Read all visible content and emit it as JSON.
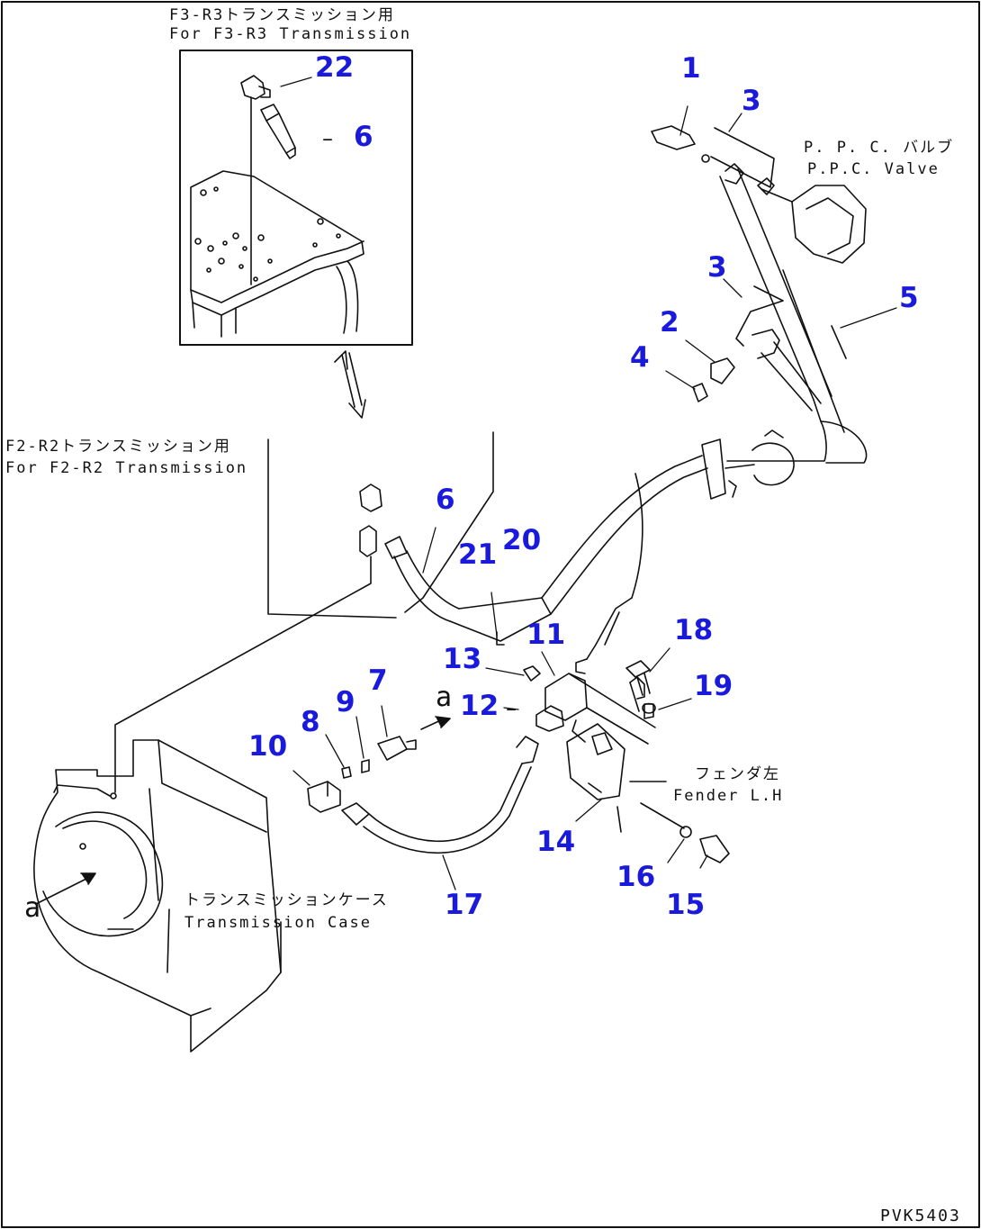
{
  "inset": {
    "title_jp": "F3-R3トランスミッション用",
    "title_en": "For F3-R3 Transmission"
  },
  "main_variant": {
    "title_jp": "F2-R2トランスミッション用",
    "title_en": "For F2-R2 Transmission"
  },
  "annotations": {
    "ppc_valve_jp": "P. P. C. バルブ",
    "ppc_valve_en": "P.P.C. Valve",
    "fender_jp": "フェンダ左",
    "fender_en": "Fender L.H",
    "transmission_case_jp": "トランスミッションケース",
    "transmission_case_en": "Transmission Case",
    "ref_letter": "a",
    "drawing_code": "PVK5403"
  },
  "part_numbers": [
    "1",
    "2",
    "3",
    "3",
    "4",
    "5",
    "6",
    "6",
    "7",
    "8",
    "9",
    "10",
    "11",
    "12",
    "13",
    "14",
    "15",
    "16",
    "17",
    "18",
    "19",
    "20",
    "21",
    "22"
  ],
  "colors": {
    "line": "#111111",
    "callout": "#1a1adc",
    "background": "#ffffff"
  }
}
